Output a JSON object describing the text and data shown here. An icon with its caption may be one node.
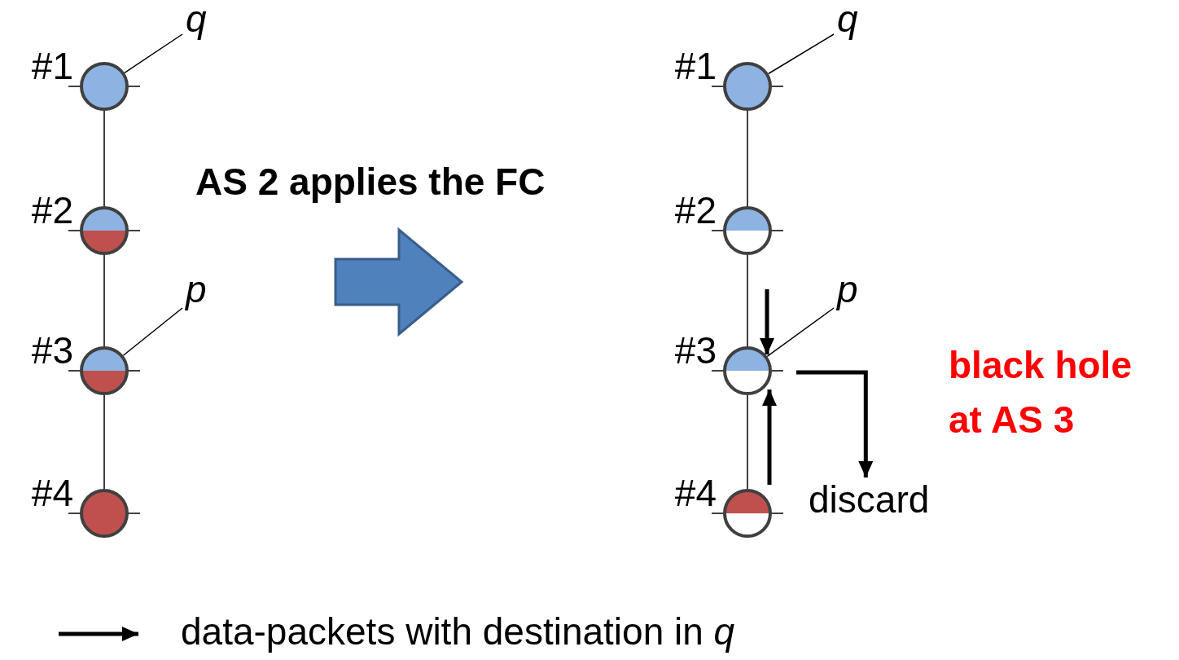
{
  "diagram": {
    "nodes": [
      {
        "text": [],
        "shape": "circle",
        "beside": [
          "#1"
        ]
      },
      {
        "text": [],
        "shape": "circle",
        "beside": [
          "#2"
        ]
      },
      {
        "text": [],
        "shape": "circle",
        "beside": [
          "#3"
        ]
      },
      {
        "text": [],
        "shape": "circle",
        "beside": [
          "#4"
        ]
      },
      {
        "text": [
          "q"
        ]
      },
      {
        "text": [
          "p"
        ]
      },
      {
        "text": [],
        "shape": "circle",
        "beside": [
          "#1"
        ]
      },
      {
        "text": [],
        "shape": "circle",
        "beside": [
          "#2"
        ]
      },
      {
        "text": [],
        "shape": "circle",
        "beside": [
          "#3"
        ]
      },
      {
        "text": [],
        "shape": "circle",
        "beside": [
          "#4"
        ]
      },
      {
        "text": [
          "q"
        ]
      },
      {
        "text": [
          "p"
        ]
      },
      {
        "text": [
          "discard"
        ]
      }
    ],
    "edges": [
      {
        "from": 0,
        "to": 1,
        "arrow": "none"
      },
      {
        "from": 1,
        "to": 2,
        "arrow": "none"
      },
      {
        "from": 2,
        "to": 3,
        "arrow": "none"
      },
      {
        "from": 4,
        "to": 0,
        "arrow": "none"
      },
      {
        "from": 5,
        "to": 2,
        "arrow": "none"
      },
      {
        "from": 6,
        "to": 7,
        "arrow": "none"
      },
      {
        "from": 7,
        "to": 8,
        "arrow": "none"
      },
      {
        "from": 8,
        "to": 9,
        "arrow": "none"
      },
      {
        "from": 10,
        "to": 6,
        "arrow": "none"
      },
      {
        "from": 11,
        "to": 8,
        "arrow": "none"
      },
      {
        "from": null,
        "to": 8,
        "arrow": "to",
        "style": "thick"
      },
      {
        "from": 9,
        "to": 8,
        "arrow": "to",
        "style": "thick"
      },
      {
        "from": 8,
        "to": 12,
        "arrow": "to",
        "style": "thick"
      }
    ],
    "labels": [
      "AS 2 applies the FC",
      "black hole at AS 3"
    ],
    "legend": [
      {
        "text": "data-packets with destination in *q*"
      }
    ]
  }
}
